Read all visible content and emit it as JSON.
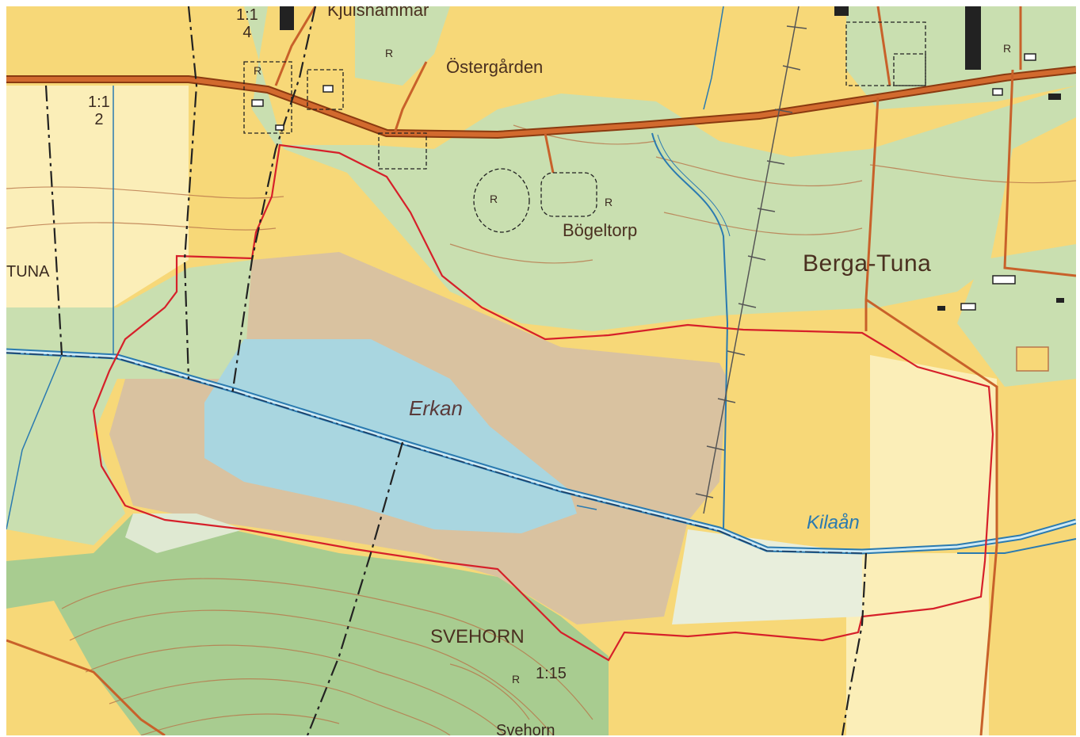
{
  "map": {
    "labels": {
      "kjulshammar": "Kjulshammar",
      "ostergarden": "Östergården",
      "bogeltorp": "Bögeltorp",
      "berga_tuna": "Berga-Tuna",
      "tuna": "TUNA",
      "erkan": "Erkan",
      "kilaan": "Kilaån",
      "svehorn": "SVEHORN",
      "svehorn_small": "Svehorn",
      "ratio_1_1_2": "1:1\n2",
      "ratio_1_1_4": "1:1\n4",
      "ratio_1_15": "1:15"
    },
    "markers": {
      "r": "R"
    },
    "colors": {
      "field": "#f7d878",
      "field_light": "#fbeeb8",
      "forest": "#c9dfb0",
      "forest_dark": "#a8cc90",
      "wetland": "#d9c2a0",
      "lake": "#a9d6e0",
      "road": "#c8612a",
      "red_boundary": "#d6202a",
      "stream": "#2a7ab0",
      "contour": "#b8764a"
    }
  }
}
